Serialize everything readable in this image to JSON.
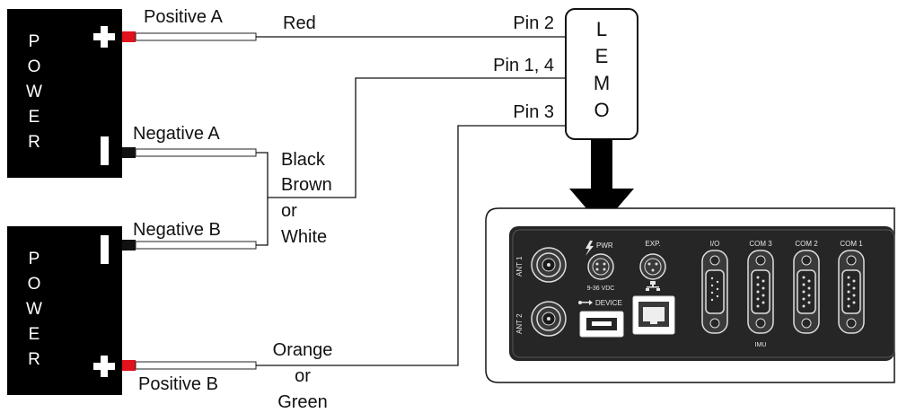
{
  "power_a": {
    "letters": [
      "P",
      "O",
      "W",
      "E",
      "R"
    ]
  },
  "power_b": {
    "letters": [
      "P",
      "O",
      "W",
      "E",
      "R"
    ]
  },
  "labels": {
    "positive_a": "Positive A",
    "negative_a": "Negative A",
    "negative_b": "Negative B",
    "positive_b": "Positive B",
    "red": "Red",
    "black": "Black",
    "brown": "Brown",
    "or1": "or",
    "white": "White",
    "orange": "Orange",
    "or2": "or",
    "green": "Green",
    "pin2": "Pin 2",
    "pin14": "Pin 1, 4",
    "pin3": "Pin 3"
  },
  "lemo": {
    "letters": [
      "L",
      "E",
      "M",
      "O"
    ]
  },
  "panel": {
    "ant1": "ANT 1",
    "ant2": "ANT 2",
    "pwr": "PWR",
    "vdc": "9-36 VDC",
    "exp": "EXP.",
    "device": "DEVICE",
    "io": "I/O",
    "com3": "COM 3",
    "com2": "COM 2",
    "com1": "COM 1",
    "imu": "IMU"
  },
  "colors": {
    "terminal_red": "#e0121b",
    "box": "#000000",
    "panel": "#262626"
  }
}
